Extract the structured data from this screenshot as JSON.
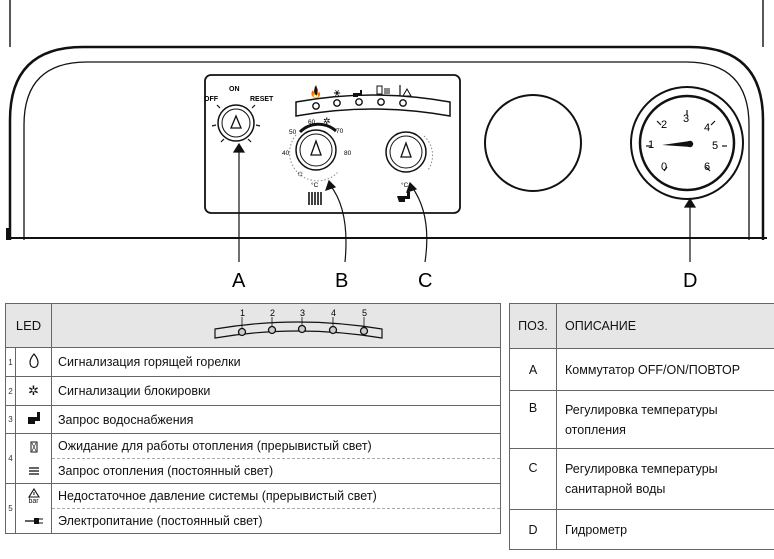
{
  "panel": {
    "switch": {
      "off": "OFF",
      "on": "ON",
      "reset": "RESET"
    },
    "heating_scale": [
      "40",
      "50",
      "60",
      "70",
      "80"
    ],
    "heating_unit": "°C",
    "dhw_unit": "°C",
    "gauge_ticks": [
      "0",
      "1",
      "2",
      "3",
      "4",
      "5",
      "6"
    ]
  },
  "callouts": [
    "A",
    "B",
    "C",
    "D"
  ],
  "led_table": {
    "header": "LED",
    "led_numbers": [
      "1",
      "2",
      "3",
      "4",
      "5"
    ],
    "rows": [
      {
        "num": "1",
        "icon": "flame-icon",
        "lines": [
          "Сигнализация горящей горелки"
        ]
      },
      {
        "num": "2",
        "icon": "lockout-icon",
        "lines": [
          "Сигнализации блокировки"
        ]
      },
      {
        "num": "3",
        "icon": "tap-icon",
        "lines": [
          "Запрос водоснабжения"
        ]
      },
      {
        "num": "4",
        "icon": "hourglass-icon",
        "lines": [
          "Ожидание для работы отопления (прерывистый свет)",
          "Запрос отопления (постоянный свет)"
        ]
      },
      {
        "num": "5",
        "icon": "warning-bar-icon",
        "icon_label": "bar",
        "lines": [
          "Недостаточное давление системы (прерывистый свет)",
          "Электропитание (постоянный свет)"
        ]
      }
    ]
  },
  "pos_table": {
    "col1": "ПОЗ.",
    "col2": "ОПИСАНИЕ",
    "rows": [
      {
        "pos": "A",
        "text": "Коммутатор OFF/ON/ПОВТОР"
      },
      {
        "pos": "B",
        "text": "Регулировка температуры отопления"
      },
      {
        "pos": "C",
        "text": "Регулировка температуры санитарной воды"
      },
      {
        "pos": "D",
        "text": "Гидрометр"
      }
    ]
  }
}
